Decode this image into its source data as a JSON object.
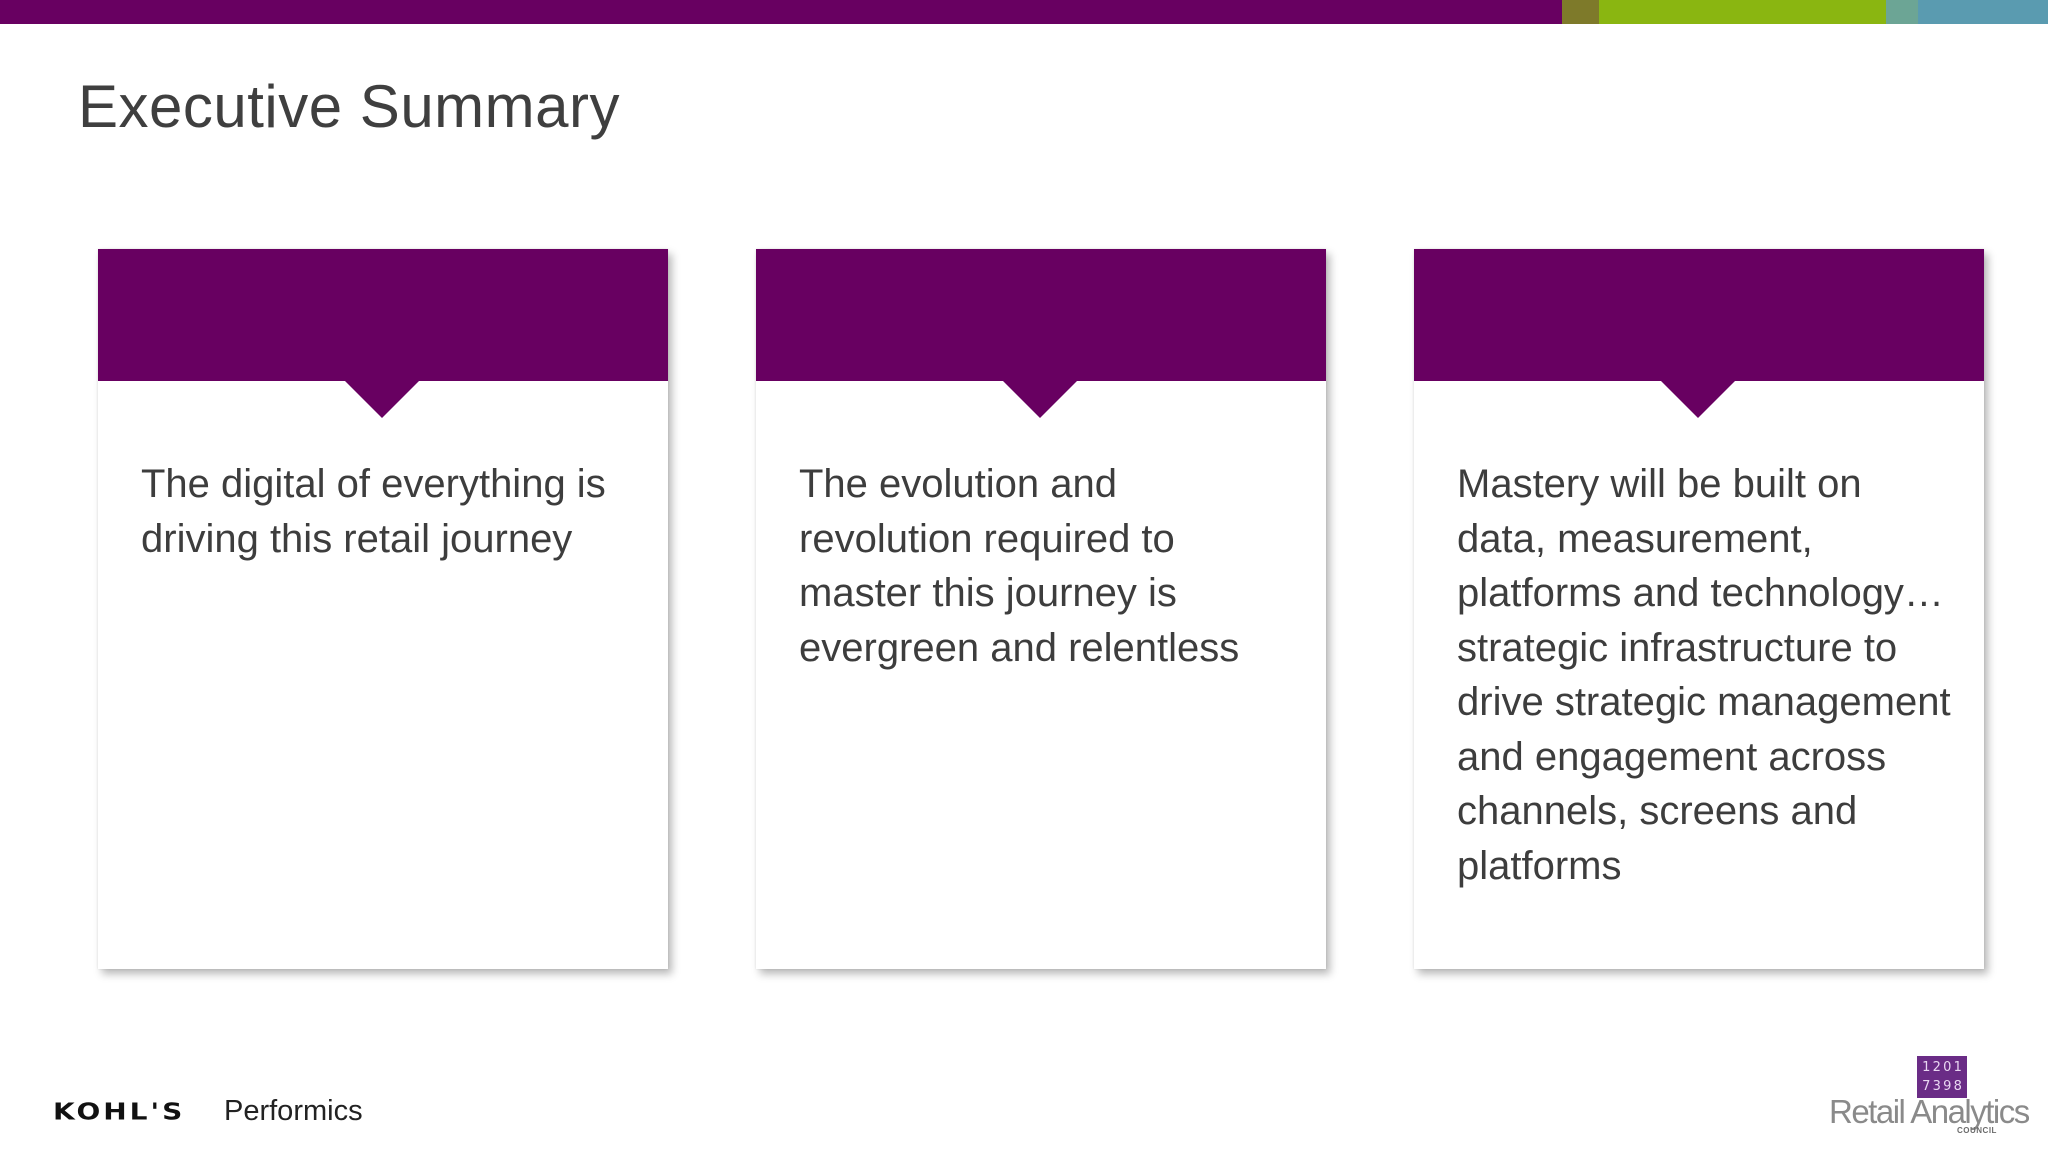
{
  "slide": {
    "title": "Executive Summary",
    "accent_color": "#680061",
    "top_bar_colors": [
      "#680061",
      "#7e7a2a",
      "#8ab611",
      "#6ca595",
      "#5a9bb0"
    ]
  },
  "cards": [
    {
      "text": "The digital of everything is driving this retail journey"
    },
    {
      "text": "The evolution and revolution required to master this journey is evergreen and relentless"
    },
    {
      "text": "Mastery will be built on data, measurement, platforms and technology…strategic infrastructure to drive strategic management and engagement across channels, screens and platforms"
    }
  ],
  "footer": {
    "kohls_logo": "KOHL'S",
    "performics_logo": "Performics",
    "rac_logo": {
      "name": "Retail Analytics",
      "sub": "COUNCIL",
      "digits": [
        "1",
        "2",
        "0",
        "1",
        "7",
        "3",
        "9",
        "8"
      ]
    }
  }
}
